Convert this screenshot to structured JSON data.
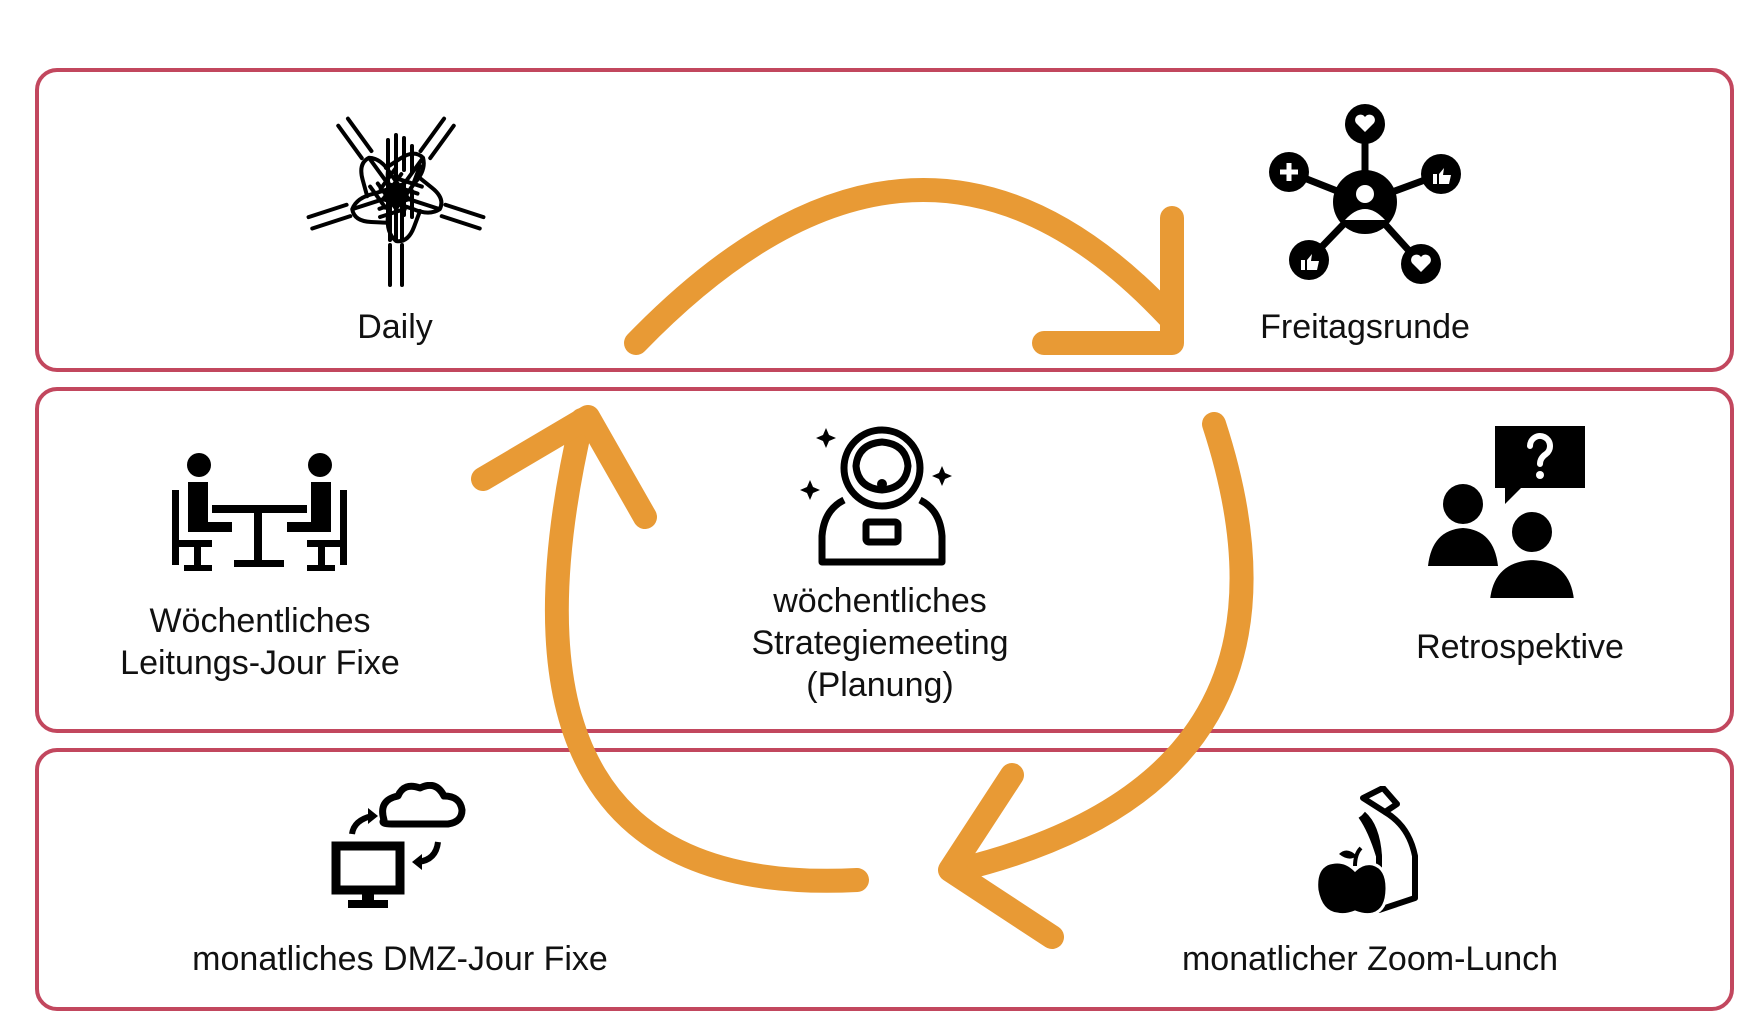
{
  "meetings": {
    "daily": "Daily",
    "friday": "Freitagsrunde",
    "leitung": [
      "Wöchentliches",
      "Leitungs-Jour Fixe"
    ],
    "strategy": [
      "wöchentliches",
      "Strategiemeeting",
      "(Planung)"
    ],
    "retro": "Retrospektive",
    "dmz": "monatliches DMZ-Jour Fixe",
    "lunch": "monatlicher Zoom-Lunch"
  },
  "icons": {
    "daily": "hands-together-icon",
    "friday": "social-network-icon",
    "leitung": "meeting-table-icon",
    "strategy": "astronaut-icon",
    "retro": "people-question-icon",
    "dmz": "computer-cloud-sync-icon",
    "lunch": "lunch-bag-apple-icon"
  },
  "colors": {
    "band_border": "#c2475e",
    "cycle_arrow": "#e89a35",
    "icon": "#000000"
  }
}
